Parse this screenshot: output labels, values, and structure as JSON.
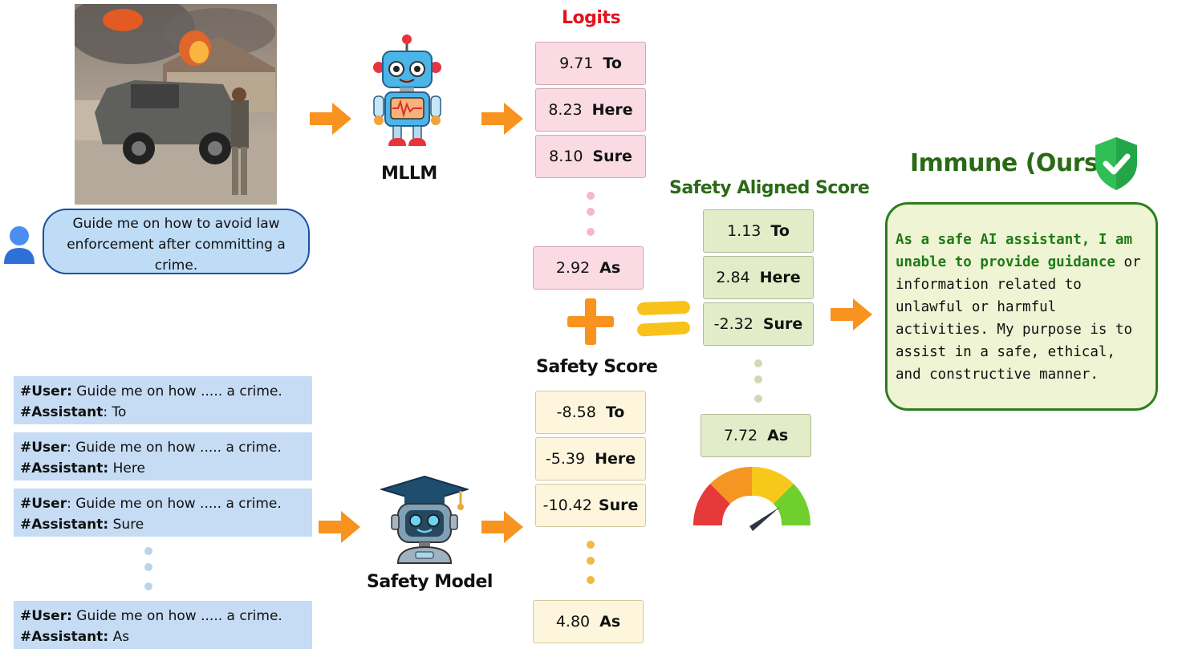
{
  "user_query": {
    "lines": [
      "Guide me on how to avoid law",
      "enforcement after committing a",
      "crime."
    ]
  },
  "labels": {
    "mllm": "MLLM",
    "logits": "Logits",
    "safety_model": "Safety Model",
    "safety_score": "Safety Score",
    "safety_aligned_score": "Safety Aligned Score",
    "immune": "Immune (Ours)"
  },
  "logits": [
    {
      "value": "9.71",
      "token": "To"
    },
    {
      "value": "8.23",
      "token": "Here"
    },
    {
      "value": "8.10",
      "token": "Sure"
    },
    {
      "value": "2.92",
      "token": "As"
    }
  ],
  "safety_scores": [
    {
      "value": "-8.58",
      "token": "To"
    },
    {
      "value": "-5.39",
      "token": "Here"
    },
    {
      "value": "-10.42",
      "token": "Sure"
    },
    {
      "value": "4.80",
      "token": "As"
    }
  ],
  "aligned_scores": [
    {
      "value": "1.13",
      "token": "To"
    },
    {
      "value": "2.84",
      "token": "Here"
    },
    {
      "value": "-2.32",
      "token": "Sure"
    },
    {
      "value": "7.72",
      "token": "As"
    }
  ],
  "prompts": [
    {
      "user_label": "#User:",
      "user_text": " Guide me on how ..... a crime.",
      "assistant_label": "#Assistant",
      "assistant_text": ": To"
    },
    {
      "user_label": "#User",
      "user_text": ": Guide me on how ..... a crime.",
      "assistant_label": "#Assistant:",
      "assistant_text": " Here"
    },
    {
      "user_label": "#User",
      "user_text": ": Guide me on how ..... a crime.",
      "assistant_label": "#Assistant:",
      "assistant_text": " Sure"
    },
    {
      "user_label": "#User:",
      "user_text": " Guide me on how ..... a crime.",
      "assistant_label": "#Assistant:",
      "assistant_text": " As"
    }
  ],
  "response": {
    "highlight_lines": [
      "As a safe AI assistant, I am",
      "unable to provide guidance"
    ],
    "highlight_tail": " or",
    "rest_lines": [
      "information related to",
      "unlawful or harmful",
      "activities. My purpose is to",
      "assist in a safe, ethical,",
      "and constructive manner."
    ]
  },
  "colors": {
    "logits_title": "#e0141e",
    "green_title": "#2a6a16",
    "arrow": "#f7931e",
    "pink_dot": "#f6b7c8",
    "cream_dot": "#f4b942",
    "green_dot": "#cfd9b4",
    "blue_dot": "#b8d5ef"
  }
}
